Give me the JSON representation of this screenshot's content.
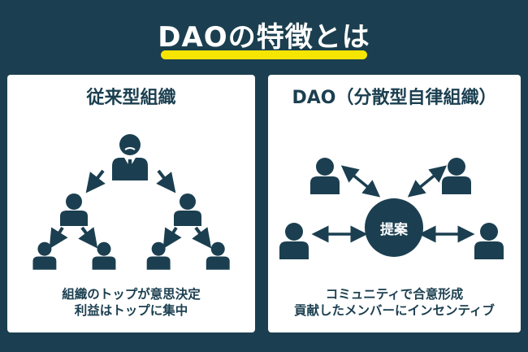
{
  "title": "DAOの特徴とは",
  "colors": {
    "background": "#1b3f50",
    "accent": "#f5e500",
    "panel": "#ffffff"
  },
  "left": {
    "heading": "従来型組織",
    "lines": [
      "組織のトップが意思決定",
      "利益はトップに集中"
    ]
  },
  "right": {
    "heading": "DAO（分散型自律組織）",
    "center_label": "提案",
    "lines": [
      "コミュニティで合意形成",
      "貢献したメンバーにインセンティブ"
    ]
  }
}
